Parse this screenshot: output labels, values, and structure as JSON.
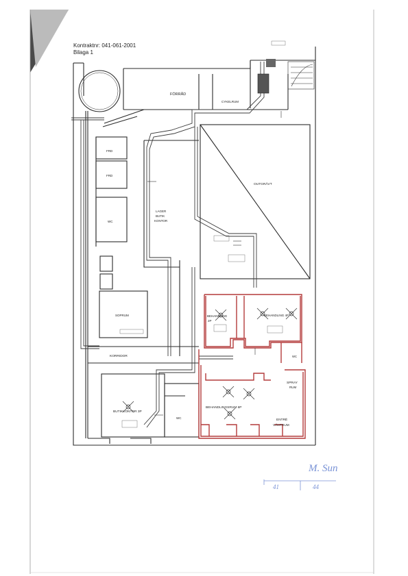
{
  "header": {
    "contract": "Kontraktnr: 041-061-2001",
    "appendix": "Bilaga 1"
  },
  "rooms": {
    "forrad": "FÖRRÅD",
    "cykelrum": "CYKELRUM",
    "utgravt": "OUTGRÄVT",
    "frd1": "FRD",
    "frd2": "FRD",
    "wc_left": "WC",
    "lager": [
      "LAGER",
      "BUTIK",
      "KONTOR"
    ],
    "soprum": "SOPRUM",
    "korridor": "KORRIDOR",
    "behandling2p": [
      "BEHANDLING",
      "2P"
    ],
    "behandling4p": "BEHANDLING 4P",
    "wc_right": "WC",
    "kontor_bottom": "BUTIKKONTOR 3P",
    "wc_bottom": "WC",
    "behandlingsrum6p": "BEHANDLINGSRUM 6P",
    "spray": [
      "SPRAY",
      "RUM"
    ],
    "entre": [
      "ENTRÉ",
      "VÄNTRUM"
    ]
  },
  "handwriting": {
    "signature": "M. Sun",
    "box_left": "41",
    "box_right": "44"
  },
  "colors": {
    "ink": "#2a2a2a",
    "duct": "#3a3a3a",
    "red": "#b33a3a",
    "blue": "#7a93d6"
  }
}
